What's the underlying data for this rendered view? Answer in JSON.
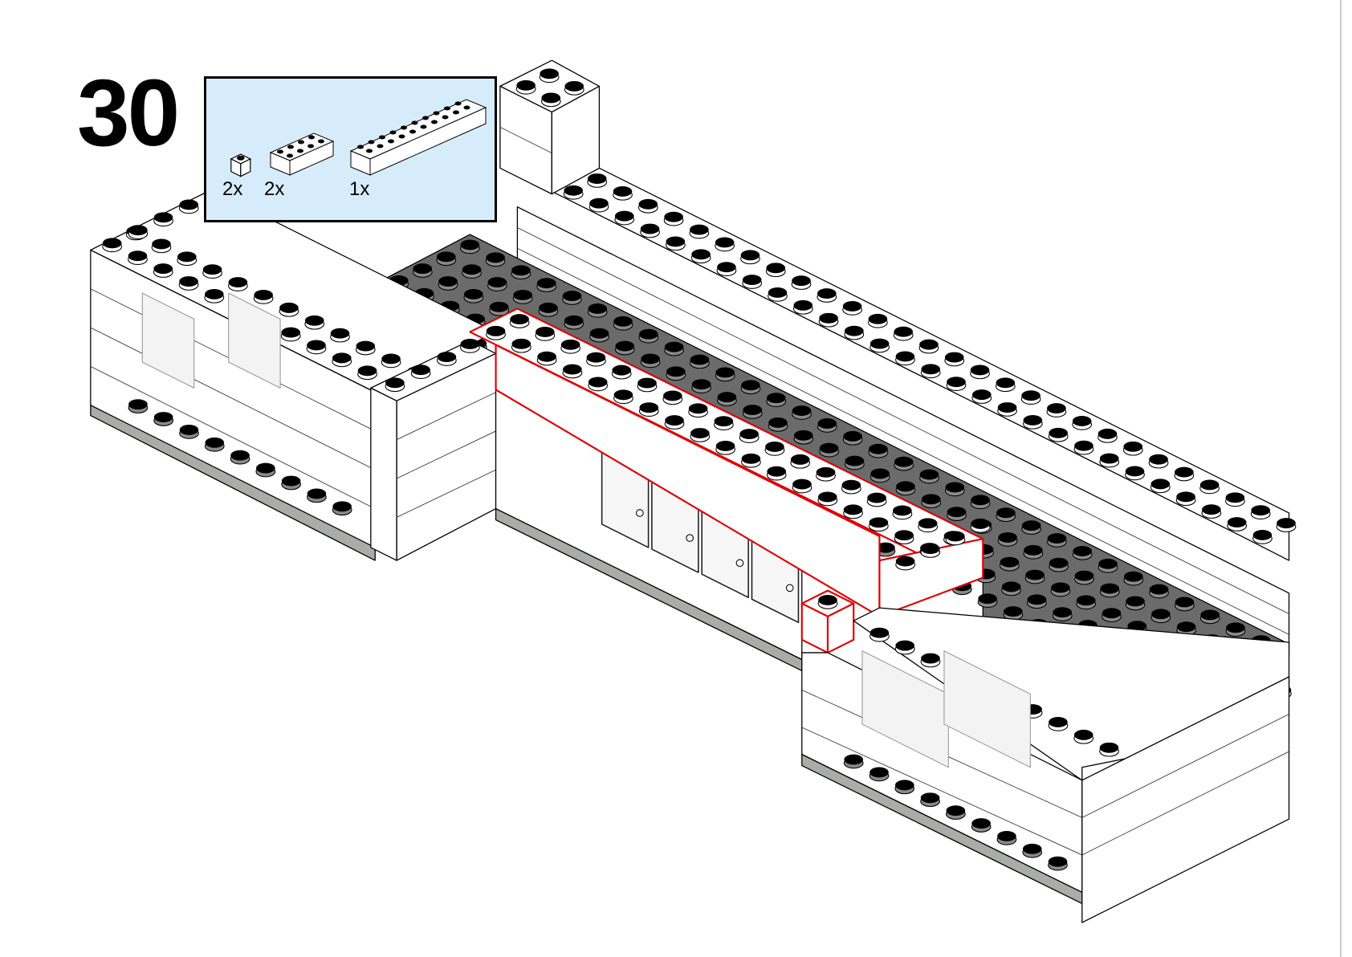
{
  "step": {
    "number": "30"
  },
  "parts_list": [
    {
      "qty": "2x",
      "part": "brick-1x1",
      "color": "#ffffff"
    },
    {
      "qty": "2x",
      "part": "brick-2x4",
      "color": "#ffffff"
    },
    {
      "qty": "1x",
      "part": "brick-2x10",
      "color": "#ffffff"
    }
  ],
  "colors": {
    "parts_box_bg": "#d6ecfb",
    "highlight": "#e00000",
    "baseplate": "#6b6b6b",
    "brick": "#ffffff",
    "base_strip": "#a9aca8"
  }
}
